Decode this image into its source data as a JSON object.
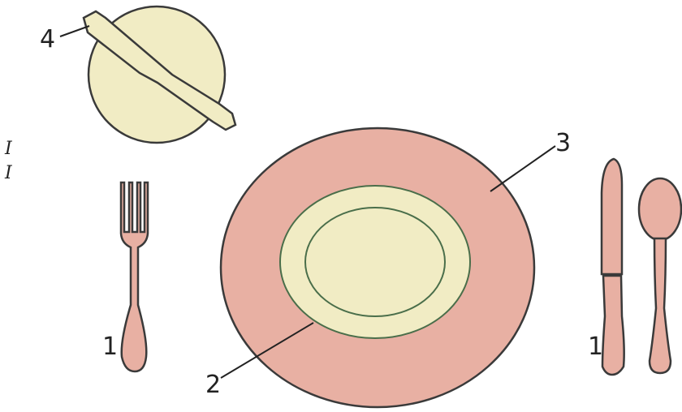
{
  "colors": {
    "pink": "#e8b0a3",
    "cream": "#f1ecc4",
    "outline": "#3a3a3a",
    "ink": "#222222",
    "background": "#ffffff"
  },
  "callouts": {
    "forks_and_knives": "1",
    "dinner_plate": "2",
    "charger_plate": "3",
    "butter_knife": "4",
    "knife_right": "1"
  },
  "margin_text": {
    "line1": "I",
    "line2": "I"
  },
  "icons": {
    "fork": "fork-icon",
    "knife": "knife-icon",
    "spoon": "spoon-icon",
    "bread_plate": "bread-plate-icon",
    "butter_knife": "butter-knife-icon",
    "charger": "charger-plate-icon",
    "dinner_plate": "dinner-plate-icon"
  }
}
